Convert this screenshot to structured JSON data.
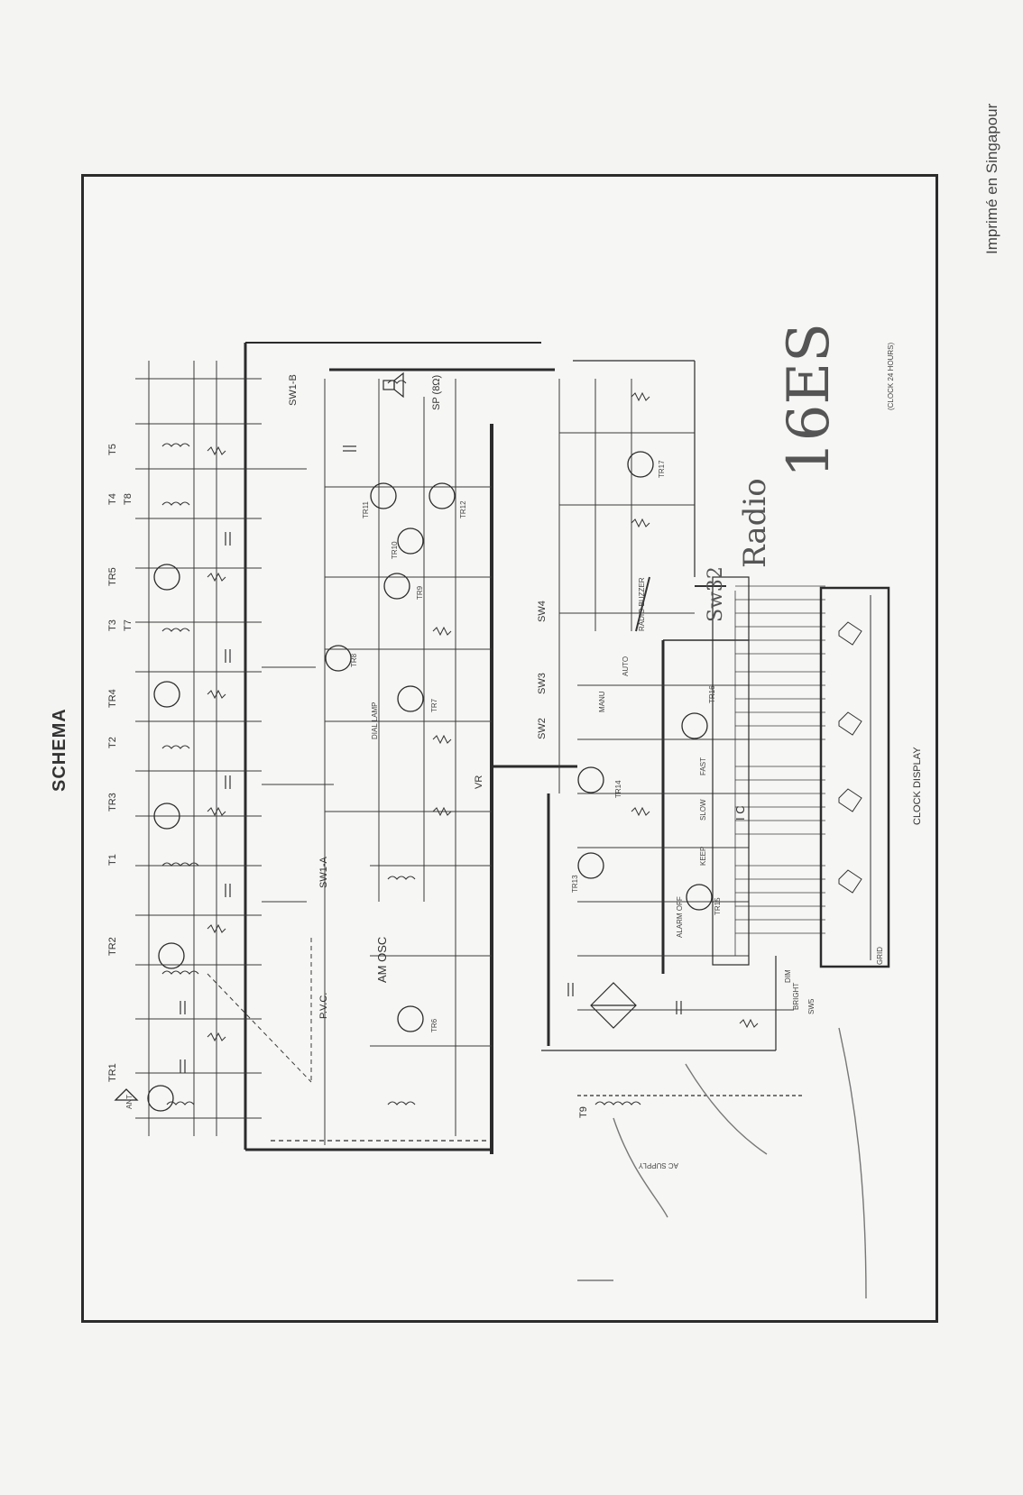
{
  "page": {
    "title": "SCHEMA",
    "printed_in": "Imprimé en Singapour"
  },
  "transformer_labels": [
    "TR1",
    "TR2",
    "T1",
    "TR3",
    "T2",
    "TR4",
    "T3",
    "T7",
    "TR5",
    "T4",
    "T8",
    "T5"
  ],
  "component_labels": {
    "antenna": "ANT",
    "pvc": "P.V.C.",
    "am_osc": "AM OSC",
    "sw1a": "SW1-A",
    "sw1b": "SW1-B",
    "sw2": "SW2",
    "sw3": "SW3",
    "sw4": "SW4",
    "sw5": "SW5",
    "vr": "VR",
    "dial_lamp": "DIAL LAMP",
    "speaker": "SP (8Ω)",
    "ac_supply": "AC SUPPLY",
    "grid": "GRID",
    "ic": "I C",
    "bright": "BRIGHT",
    "dim": "DIM",
    "alarm_off": "ALARM OFF",
    "radio_buzzer": "RADIO BUZZER",
    "auto": "AUTO",
    "manu": "MANU",
    "fast": "FAST",
    "slow": "SLOW",
    "keep": "KEEP",
    "clock_display": "CLOCK DISPLAY",
    "clock_24": "(CLOCK 24 HOURS)",
    "t9": "T9"
  },
  "transistors": [
    "TR1",
    "TR2",
    "TR3",
    "TR4",
    "TR5",
    "TR6",
    "TR7",
    "TR8",
    "TR9",
    "TR10",
    "TR11",
    "TR12",
    "TR13",
    "TR14",
    "TR15",
    "TR16",
    "TR17"
  ],
  "handwritten": {
    "model": "16ES",
    "radio": "Radio",
    "pin": "Sw32"
  },
  "colors": {
    "paper": "#f4f4f2",
    "ink": "#2b2b2b",
    "pencil": "#666666"
  }
}
